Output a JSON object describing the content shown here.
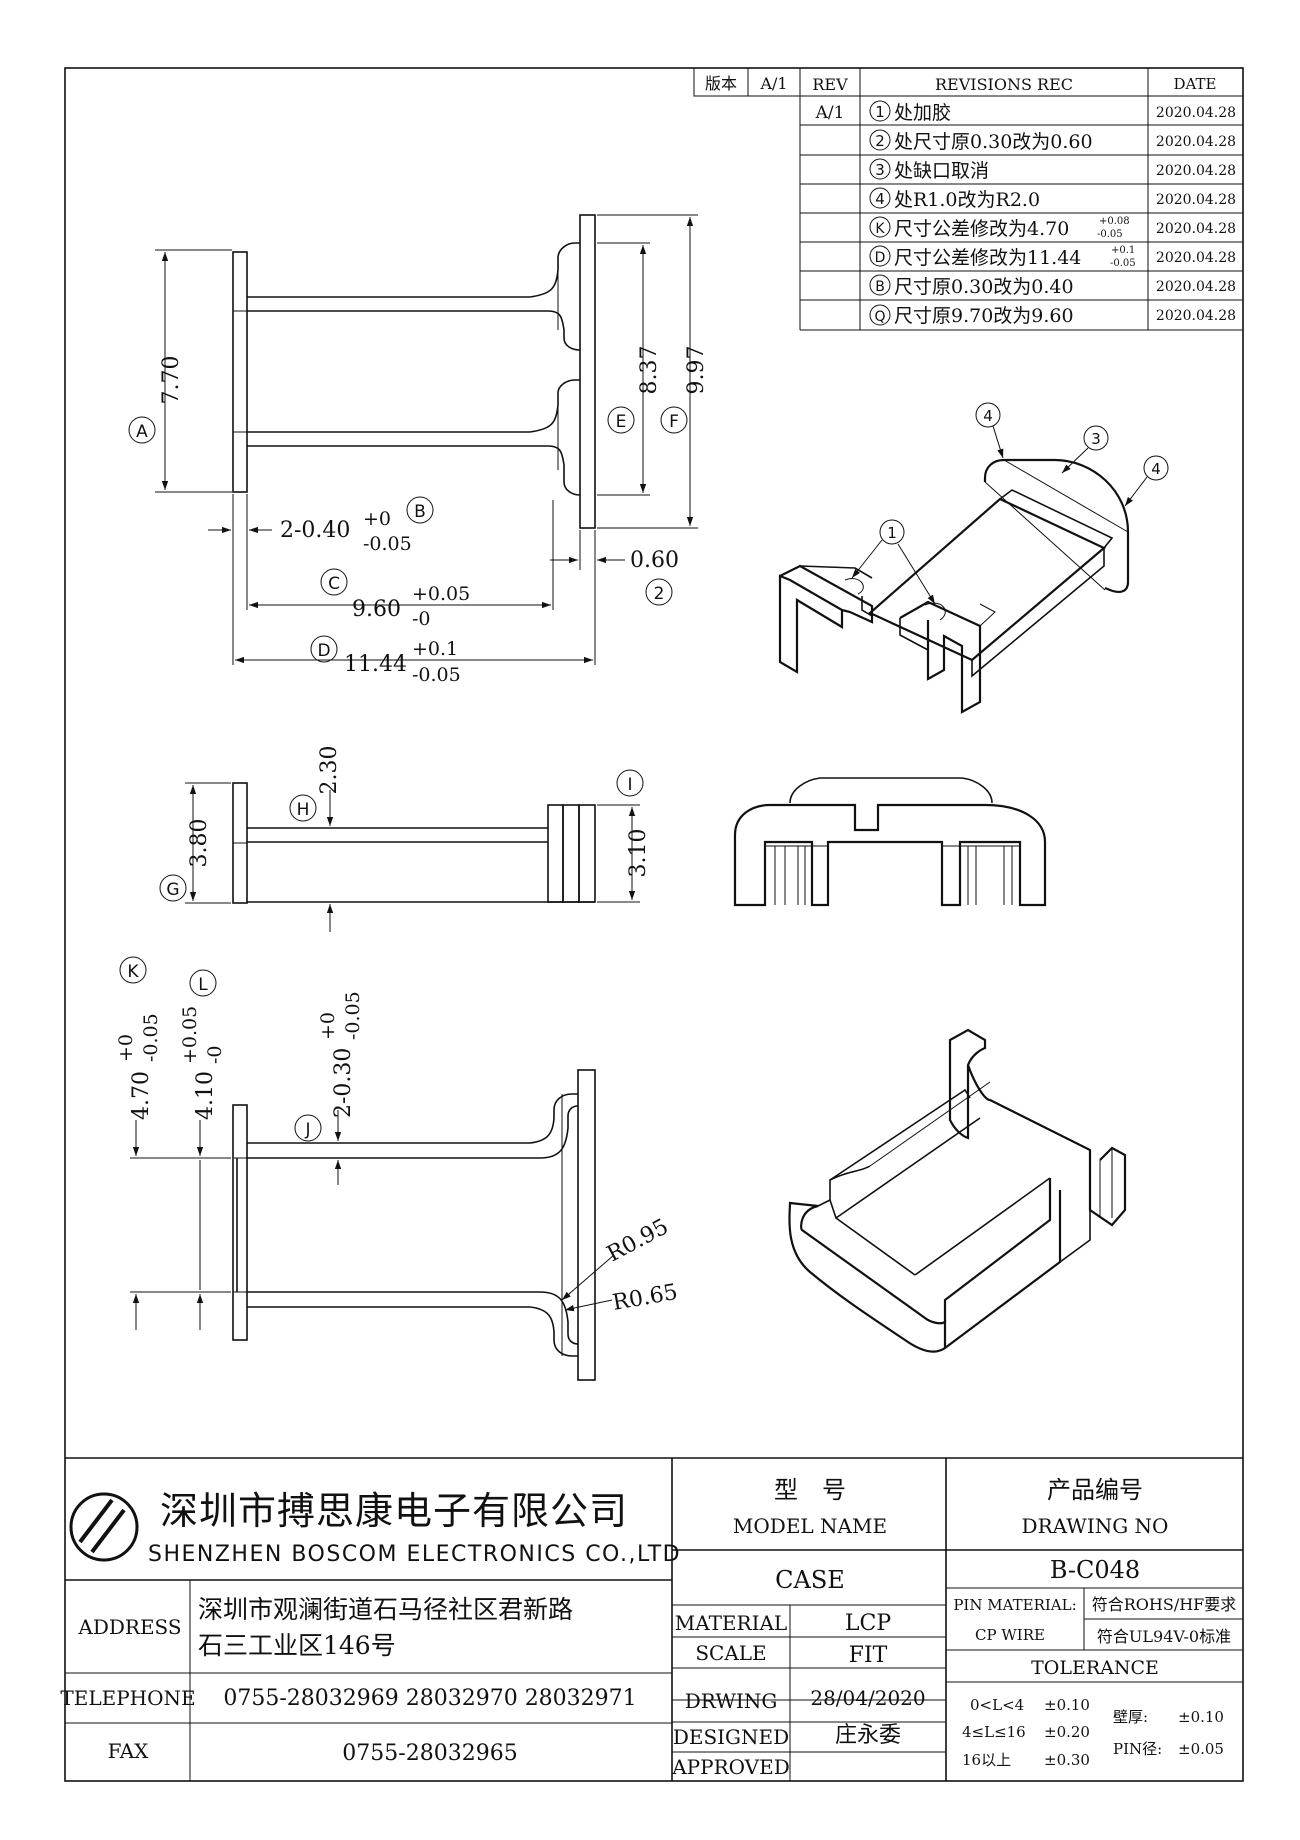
{
  "revision_table": {
    "version_label": "版本",
    "version_value": "A/1",
    "rev_header": "REV",
    "rec_header": "REVISIONS REC",
    "date_header": "DATE",
    "rev_value": "A/1",
    "rows": [
      {
        "marker": "1",
        "text": "处加胶",
        "date": "2020.04.28"
      },
      {
        "marker": "2",
        "text": "处尺寸原0.30改为0.60",
        "date": "2020.04.28"
      },
      {
        "marker": "3",
        "text": "处缺口取消",
        "date": "2020.04.28"
      },
      {
        "marker": "4",
        "text": "处R1.0改为R2.0",
        "date": "2020.04.28"
      },
      {
        "marker": "K",
        "text": "尺寸公差修改为4.70",
        "tol_up": "+0.08",
        "tol_down": "-0.05",
        "date": "2020.04.28"
      },
      {
        "marker": "D",
        "text": "尺寸公差修改为11.44",
        "tol_up": "+0.1",
        "tol_down": "-0.05",
        "date": "2020.04.28"
      },
      {
        "marker": "B",
        "text": "尺寸原0.30改为0.40",
        "date": "2020.04.28"
      },
      {
        "marker": "Q",
        "text": "尺寸原9.70改为9.60",
        "date": "2020.04.28"
      }
    ]
  },
  "dimensions": {
    "a_val": "7.70",
    "a_mark": "A",
    "b_base": "2-0.40",
    "b_up": "+0",
    "b_down": "-0.05",
    "b_mark": "B",
    "c_base": "9.60",
    "c_up": "+0.05",
    "c_down": "-0",
    "c_mark": "C",
    "d_base": "11.44",
    "d_up": "+0.1",
    "d_down": "-0.05",
    "d_mark": "D",
    "e_val": "8.37",
    "e_mark": "E",
    "f_val": "9.97",
    "f_mark": "F",
    "m2_val": "0.60",
    "m2_mark": "2",
    "g_val": "3.80",
    "g_mark": "G",
    "h_val": "2.30",
    "h_mark": "H",
    "i_val": "3.10",
    "i_mark": "I",
    "k_base": "4.70",
    "k_up": "+0",
    "k_down": "-0.05",
    "k_mark": "K",
    "l_base": "4.10",
    "l_up": "+0.05",
    "l_down": "-0",
    "l_mark": "L",
    "j_base": "2-0.30",
    "j_up": "+0",
    "j_down": "-0.05",
    "j_mark": "J",
    "r1": "R0.95",
    "r2": "R0.65"
  },
  "iso_markers": {
    "m4a": "4",
    "m3": "3",
    "m4b": "4",
    "m1": "1"
  },
  "title_block": {
    "company_cn": "深圳市搏思康电子有限公司",
    "company_en": "SHENZHEN BOSCOM ELECTRONICS CO.,LTD",
    "model_cn": "型　号",
    "model_en": "MODEL NAME",
    "drawing_cn": "产品编号",
    "drawing_en": "DRAWING NO",
    "model_value": "CASE",
    "drawing_value": "B-C048",
    "address_label": "ADDRESS",
    "address_line1": "深圳市观澜街道石马径社区君新路",
    "address_line2": "石三工业区146号",
    "telephone_label": "TELEPHONE",
    "telephone_value": "0755-28032969 28032970 28032971",
    "fax_label": "FAX",
    "fax_value": "0755-28032965",
    "material_label": "MATERIAL",
    "material_value": "LCP",
    "scale_label": "SCALE",
    "scale_value": "FIT",
    "drawing_label": "DRWING",
    "drawing_date": "28/04/2020",
    "designed_label": "DESIGNED",
    "designed_value": "庄永委",
    "approved_label": "APPROVED",
    "pin_material_label": "PIN MATERIAL:",
    "pin_material_value": "CP WIRE",
    "rohs": "符合ROHS/HF要求",
    "ul": "符合UL94V-0标准",
    "tolerance_label": "TOLERANCE",
    "tol_rows": [
      {
        "range": "0<L<4",
        "value": "±0.10"
      },
      {
        "range": "4≤L≤16",
        "value": "±0.20"
      },
      {
        "range": "16以上",
        "value": "±0.30"
      }
    ],
    "wall_label": "壁厚:",
    "wall_value": "±0.10",
    "pin_label": "PIN径:",
    "pin_value": "±0.05"
  }
}
